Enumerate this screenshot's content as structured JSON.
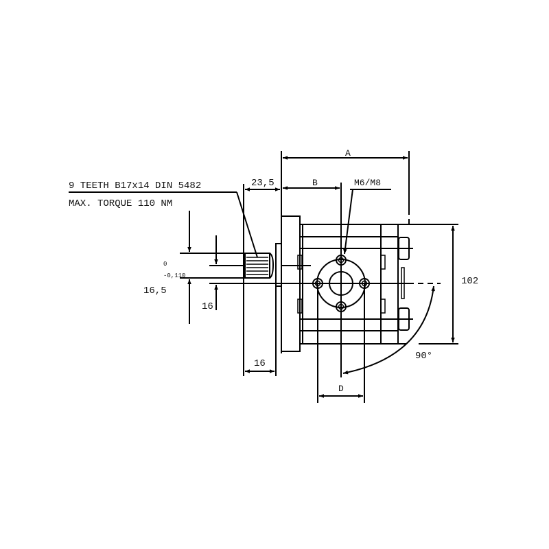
{
  "notes": {
    "spline": "9 TEETH B17x14 DIN 5482",
    "torque": "MAX. TORQUE 110 NM"
  },
  "dimensions": {
    "a": "A",
    "b": "B",
    "d": "D",
    "thread": "M6/M8",
    "flange_offset": "23,5",
    "height": "102",
    "angle": "90°",
    "shaft_diameter": "16,5",
    "tol_upper": "0",
    "tol_lower": "-0,110",
    "shaft_inner": "16",
    "shaft_length": "16"
  }
}
